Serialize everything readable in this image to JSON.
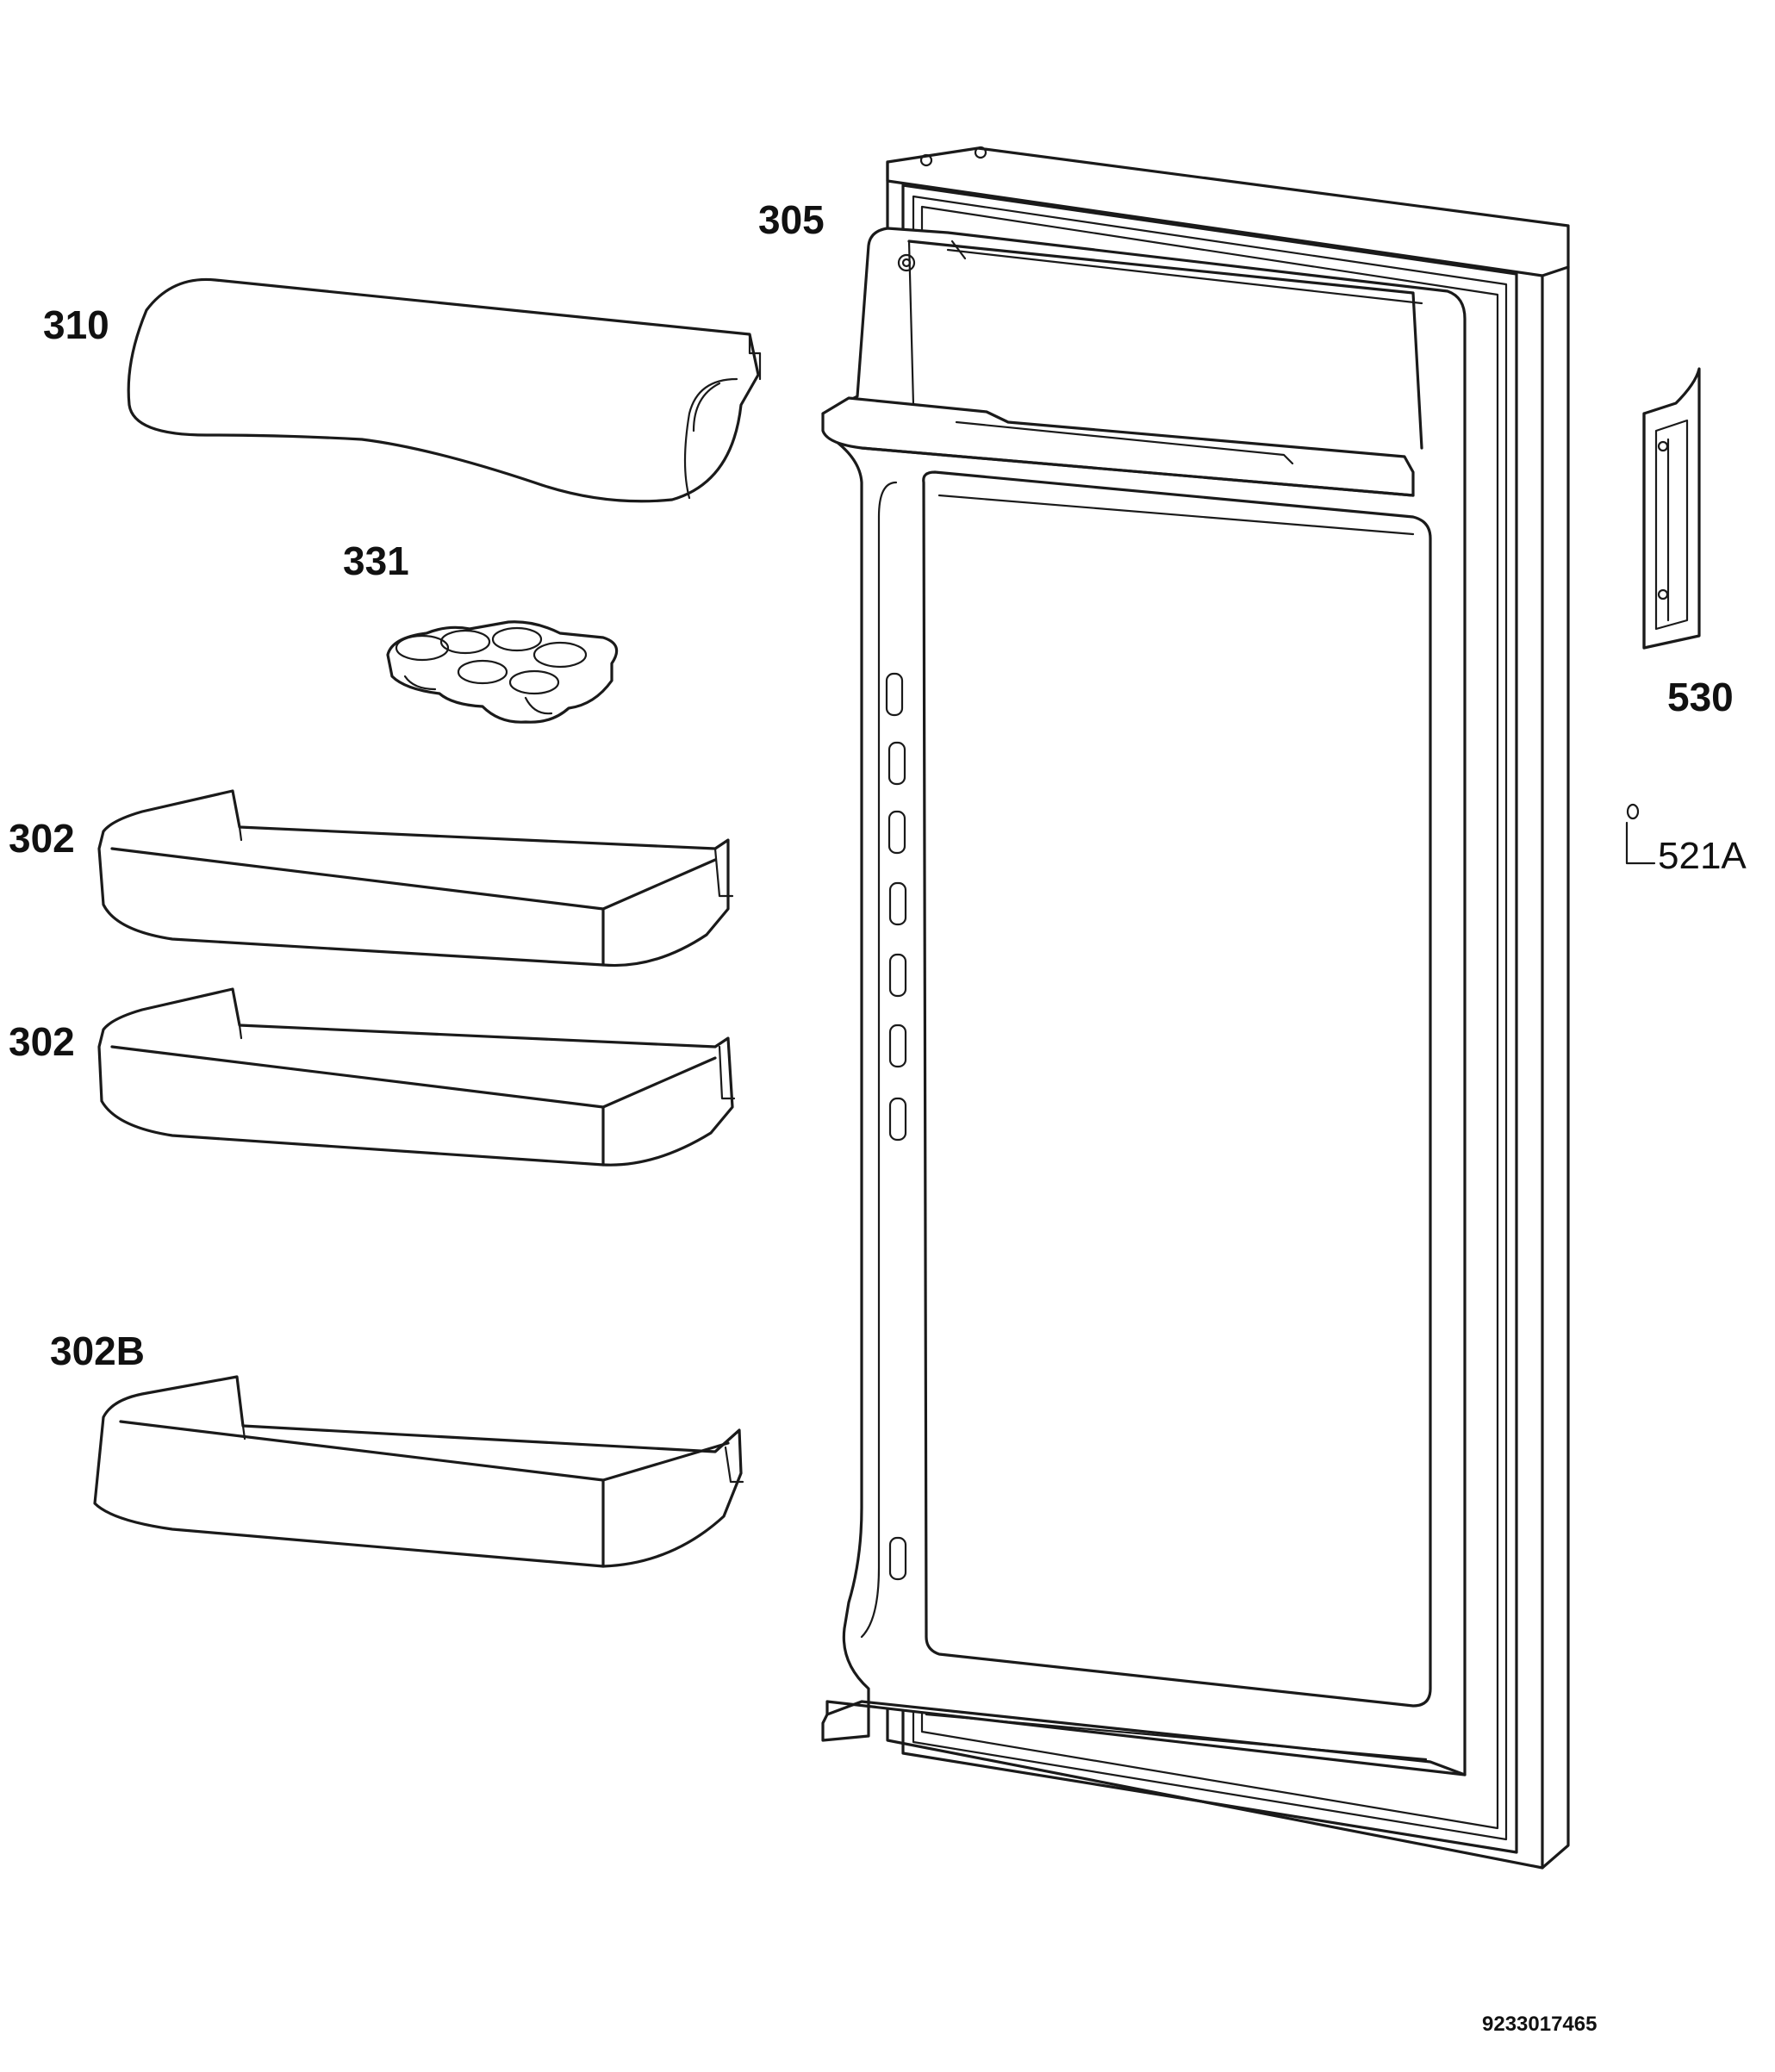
{
  "labels": {
    "door": "305",
    "dairy_cover": "310",
    "egg_tray": "331",
    "shelf_1": "302",
    "shelf_2": "302",
    "bottle_shelf": "302B",
    "handle": "530",
    "screw": "521A"
  },
  "document_number": "9233017465"
}
